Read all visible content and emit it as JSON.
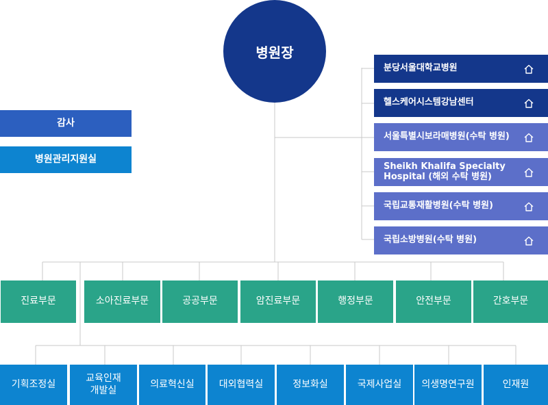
{
  "root": {
    "label": "병원장"
  },
  "left_units": [
    {
      "label": "감사",
      "color": "#2c5fbf"
    },
    {
      "label": "병원관리지원실",
      "color": "#0d84d0"
    }
  ],
  "affiliates": [
    {
      "label": "분당서울대학교병원",
      "color": "#14378b",
      "icon": "home-icon"
    },
    {
      "label": "헬스케어시스템강남센터",
      "color": "#14378b",
      "icon": "home-icon"
    },
    {
      "label": "서울특별시보라매병원(수탁 병원)",
      "color": "#5c6fc9",
      "icon": "home-icon"
    },
    {
      "label": "Sheikh Khalifa Specialty Hospital (해외 수탁 병원)",
      "color": "#5c6fc9",
      "icon": "home-icon"
    },
    {
      "label": "국립교통재활병원(수탁 병원)",
      "color": "#5c6fc9",
      "icon": "home-icon"
    },
    {
      "label": "국립소방병원(수탁 병원)",
      "color": "#5c6fc9",
      "icon": "home-icon"
    }
  ],
  "departments": [
    "진료부문",
    "소아진료부문",
    "공공부문",
    "암진료부문",
    "행정부문",
    "안전부문",
    "간호부문"
  ],
  "sub_units": [
    "기획조정실",
    "교육인재 개발실",
    "의료혁신실",
    "대외협력실",
    "정보화실",
    "국제사업실",
    "의생명연구원",
    "인재원"
  ],
  "colors": {
    "root": "#14378b",
    "department": "#2aa489",
    "sub_unit": "#0d84d0",
    "line": "#c8c8c8"
  }
}
